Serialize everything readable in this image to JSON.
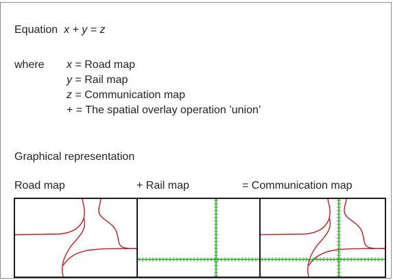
{
  "equation": {
    "label": "Equation",
    "x": "x",
    "plus": " + ",
    "y": "y",
    "eq": " = ",
    "z": "z"
  },
  "where": {
    "label": "where",
    "definitions": [
      {
        "symbol": "x",
        "text": " = Road map",
        "italic": true
      },
      {
        "symbol": "y",
        "text": " = Rail map",
        "italic": true
      },
      {
        "symbol": "z",
        "text": " = Communication map",
        "italic": true
      },
      {
        "symbol": "+",
        "text": " = The spatial overlay operation ’union’",
        "italic": false
      }
    ]
  },
  "graphical": {
    "heading": "Graphical representation",
    "panel_labels": [
      "Road map",
      "+ Rail map",
      "= Communication map"
    ]
  },
  "colors": {
    "road": "#c41a22",
    "rail": "#1fae1f",
    "border": "#1a1a1a"
  }
}
